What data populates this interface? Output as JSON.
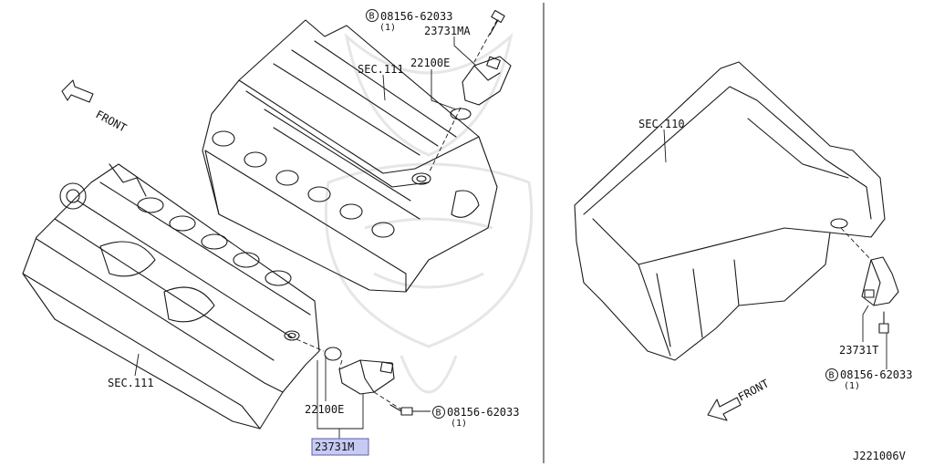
{
  "labels": {
    "sec111_top": "SEC.111",
    "sec111_bottom": "SEC.111",
    "sec110": "SEC.110",
    "part_22100e_top": "22100E",
    "part_22100e_bottom": "22100E",
    "part_23731ma": "23731MA",
    "part_23731m": "23731M",
    "part_23731t": "23731T",
    "bolt_top": "08156-62033",
    "bolt_top_qty": "(1)",
    "bolt_bottom": "08156-62033",
    "bolt_bottom_qty": "(1)",
    "bolt_right": "08156-62033",
    "bolt_right_qty": "(1)",
    "bolt_marker": "B",
    "front_left": "FRONT",
    "front_right": "FRONT",
    "diagram_code": "J221006V"
  },
  "colors": {
    "highlight_fill": "#c7cbf3",
    "highlight_stroke": "#5a5fae",
    "line": "#1a1a1a",
    "watermark": "#e6e6e6"
  },
  "highlighted_part": "23731M"
}
